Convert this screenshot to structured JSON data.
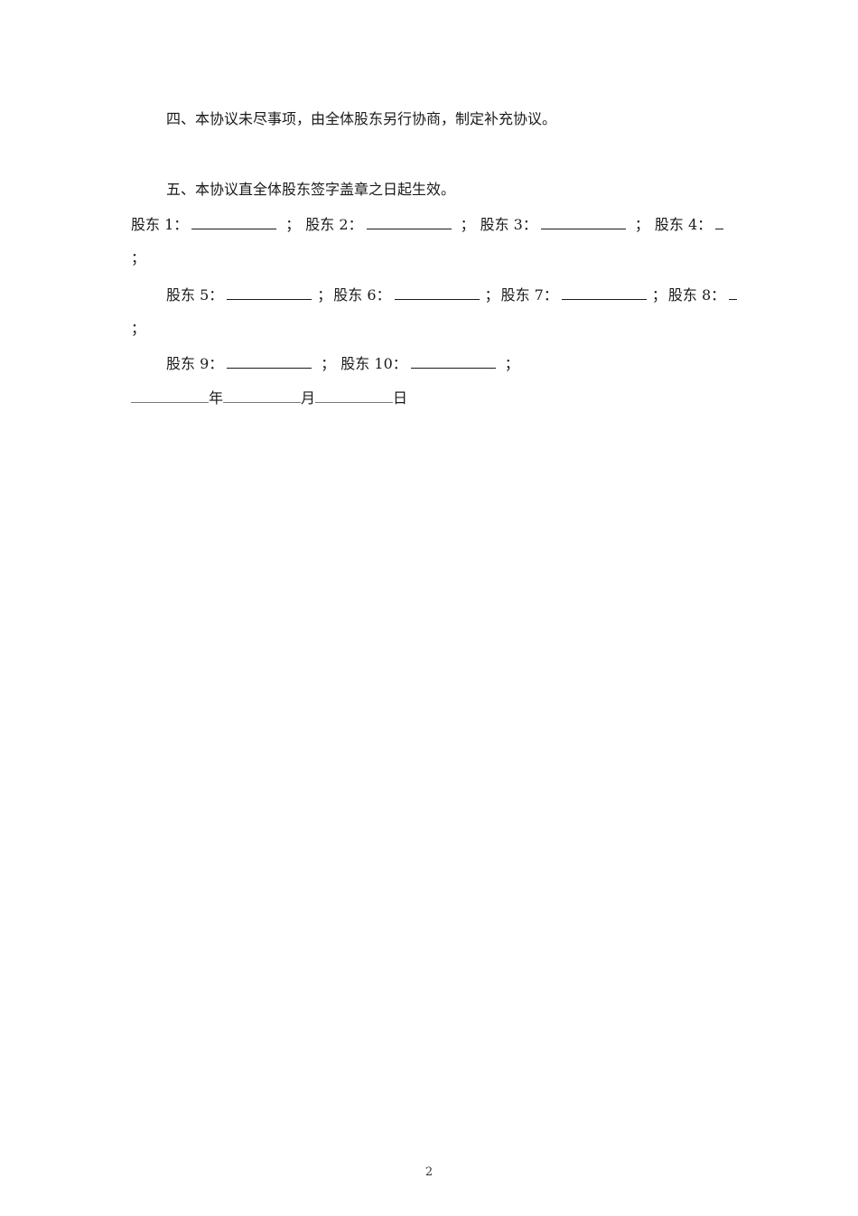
{
  "document": {
    "clauses": [
      {
        "text": "四、本协议未尽事项，由全体股东另行协商，制定补充协议。"
      },
      {
        "text": "五、本协议直全体股东签字盖章之日起生效。"
      }
    ],
    "signature_rows": [
      {
        "items": [
          {
            "label": "股东 1："
          },
          {
            "label": "股东 2："
          },
          {
            "label": "股东 3："
          },
          {
            "label": "股东 4："
          }
        ]
      },
      {
        "items": [
          {
            "label": "股东 5："
          },
          {
            "label": "股东 6："
          },
          {
            "label": "股东 7："
          },
          {
            "label": "股东 8："
          }
        ]
      },
      {
        "items": [
          {
            "label": "股东 9："
          },
          {
            "label": "股东 10："
          }
        ]
      }
    ],
    "separator": "；",
    "date": {
      "year": "年",
      "month": "月",
      "day": "日"
    },
    "page_number": "2"
  }
}
